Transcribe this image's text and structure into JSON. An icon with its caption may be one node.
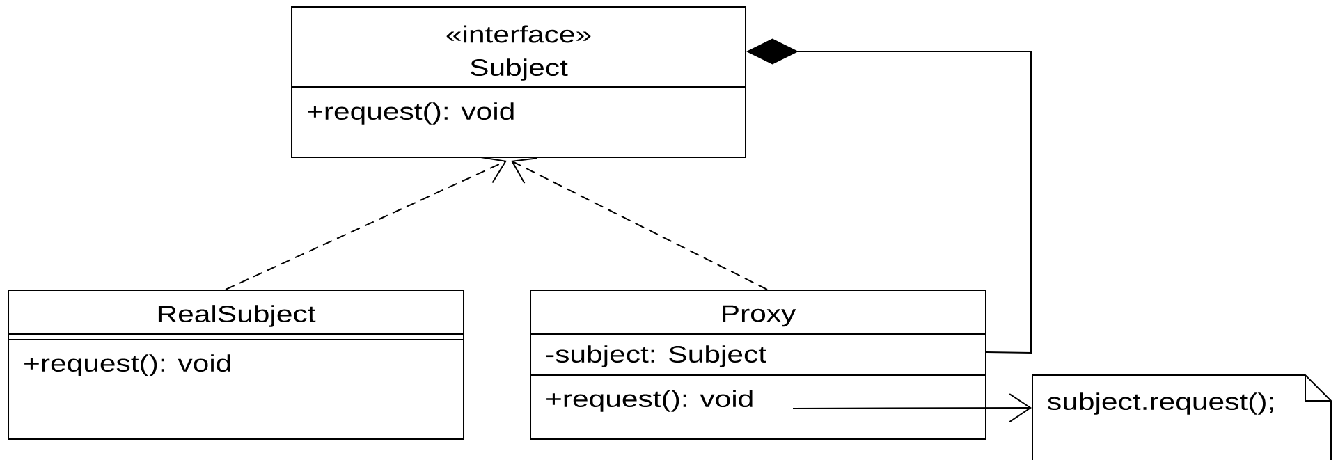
{
  "diagram": {
    "nodes": [
      {
        "text": [
          "«interface»",
          "Subject",
          "+request(): void"
        ]
      },
      {
        "text": [
          "RealSubject",
          "+request(): void"
        ]
      },
      {
        "text": [
          "Proxy",
          "-subject: Subject",
          "+request(): void"
        ]
      },
      {
        "text": [
          "subject.request();"
        ]
      }
    ],
    "edges": [
      {
        "from": 1,
        "to": 0,
        "arrow": "to",
        "style": "dashed"
      },
      {
        "from": 2,
        "to": 0,
        "arrow": "to",
        "style": "dashed"
      },
      {
        "from": 2,
        "to": 0,
        "arrow": "other"
      },
      {
        "from": 2,
        "to": 3,
        "arrow": "to"
      }
    ]
  }
}
